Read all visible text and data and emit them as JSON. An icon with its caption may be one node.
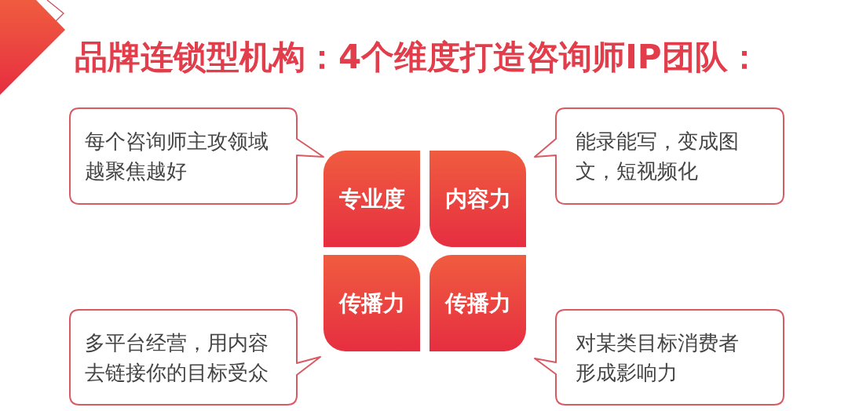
{
  "diagram": {
    "title": "品牌连锁型机构：4个维度打造咨询师IP团队：",
    "nodes": [
      {
        "text": [
          "每个咨询师主攻领域越聚焦越好"
        ]
      },
      {
        "text": [
          "能录能写，变成图文，短视频化"
        ]
      },
      {
        "text": [
          "专业度"
        ]
      },
      {
        "text": [
          "内容力"
        ]
      },
      {
        "text": [
          "传播力"
        ]
      },
      {
        "text": [
          "传播力"
        ]
      },
      {
        "text": [
          "多平台经营，用内容去链接你的目标受众"
        ]
      },
      {
        "text": [
          "对某类目标消费者形成影响力"
        ]
      }
    ]
  }
}
